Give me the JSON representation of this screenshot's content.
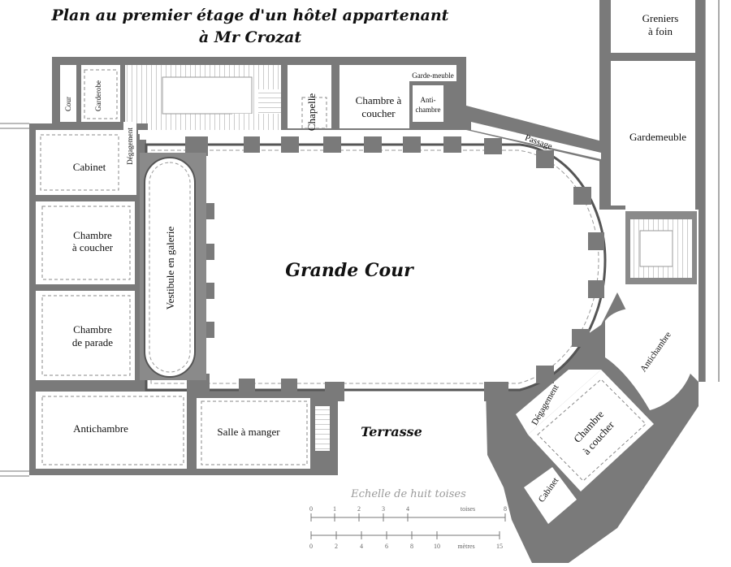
{
  "title": {
    "line1": "Plan au premier étage d'un hôtel appartenant",
    "line2": "à Mr Crozat"
  },
  "rooms": {
    "greniers": [
      "Greniers",
      "à foin"
    ],
    "gardemeuble_right": "Gardemeuble",
    "cour": "Cour",
    "garderobe": "Garderobe",
    "chapelle": "Chapelle",
    "chambre_top": [
      "Chambre à",
      "coucher"
    ],
    "garde_meuble_top": "Garde-meuble",
    "antichambre_top": [
      "Anti-",
      "chambre"
    ],
    "passage": "Passage",
    "degagement_left": "Dégagement",
    "cabinet": "Cabinet",
    "chambre_left": [
      "Chambre",
      "à coucher"
    ],
    "chambre_parade": [
      "Chambre",
      "de parade"
    ],
    "antichambre_left": "Antichambre",
    "salle_manger": "Salle à manger",
    "vestibule": "Vestibule en galerie",
    "grande_cour": "Grande Cour",
    "terrasse": "Terrasse",
    "antichambre_right": "Antichambre",
    "degagement_right": "Dégagement",
    "chambre_right": [
      "Chambre",
      "à coucher"
    ],
    "cabinet_right": "Cabinet"
  },
  "scale": {
    "title": "Echelle de huit toises",
    "toises_label": "toises",
    "metres_label": "mètres",
    "toises_ticks": [
      "0",
      "1",
      "2",
      "3",
      "4",
      "8"
    ],
    "metres_ticks": [
      "0",
      "2",
      "4",
      "6",
      "8",
      "10",
      "15"
    ]
  }
}
